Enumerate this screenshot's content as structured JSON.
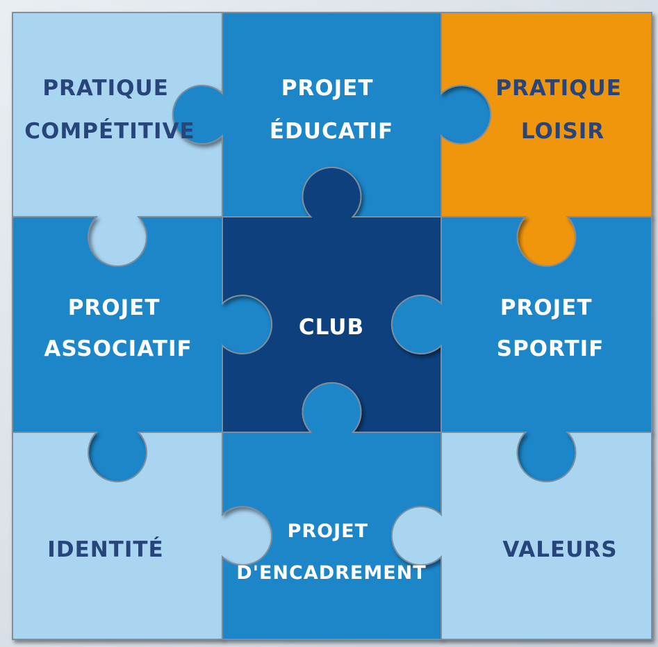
{
  "colors": {
    "light_blue": "#a9d5f1",
    "medium_blue": "#1b86c9",
    "dark_navy": "#0a3f7d",
    "orange": "#f0960f",
    "light_text": "#ffffff",
    "dark_text": "#27457a"
  },
  "pieces": {
    "top_left": {
      "lines": [
        "PRATIQUE",
        "COMPÉTITIVE"
      ],
      "color": "light_blue",
      "text_color": "dark_text"
    },
    "top_middle": {
      "lines": [
        "PROJET",
        "ÉDUCATIF"
      ],
      "color": "medium_blue",
      "text_color": "light_text"
    },
    "top_right": {
      "lines": [
        "PRATIQUE",
        "LOISIR"
      ],
      "color": "orange",
      "text_color": "dark_text"
    },
    "middle_left": {
      "lines": [
        "PROJET",
        "ASSOCIATIF"
      ],
      "color": "medium_blue",
      "text_color": "light_text"
    },
    "center": {
      "lines": [
        "CLUB"
      ],
      "color": "dark_navy",
      "text_color": "light_text"
    },
    "middle_right": {
      "lines": [
        "PROJET",
        "SPORTIF"
      ],
      "color": "medium_blue",
      "text_color": "light_text"
    },
    "bottom_left": {
      "lines": [
        "IDENTITÉ"
      ],
      "color": "light_blue",
      "text_color": "dark_text"
    },
    "bottom_middle": {
      "lines": [
        "PROJET",
        "D'ENCADREMENT"
      ],
      "color": "medium_blue",
      "text_color": "light_text"
    },
    "bottom_right": {
      "lines": [
        "VALEURS"
      ],
      "color": "light_blue",
      "text_color": "dark_text"
    }
  }
}
